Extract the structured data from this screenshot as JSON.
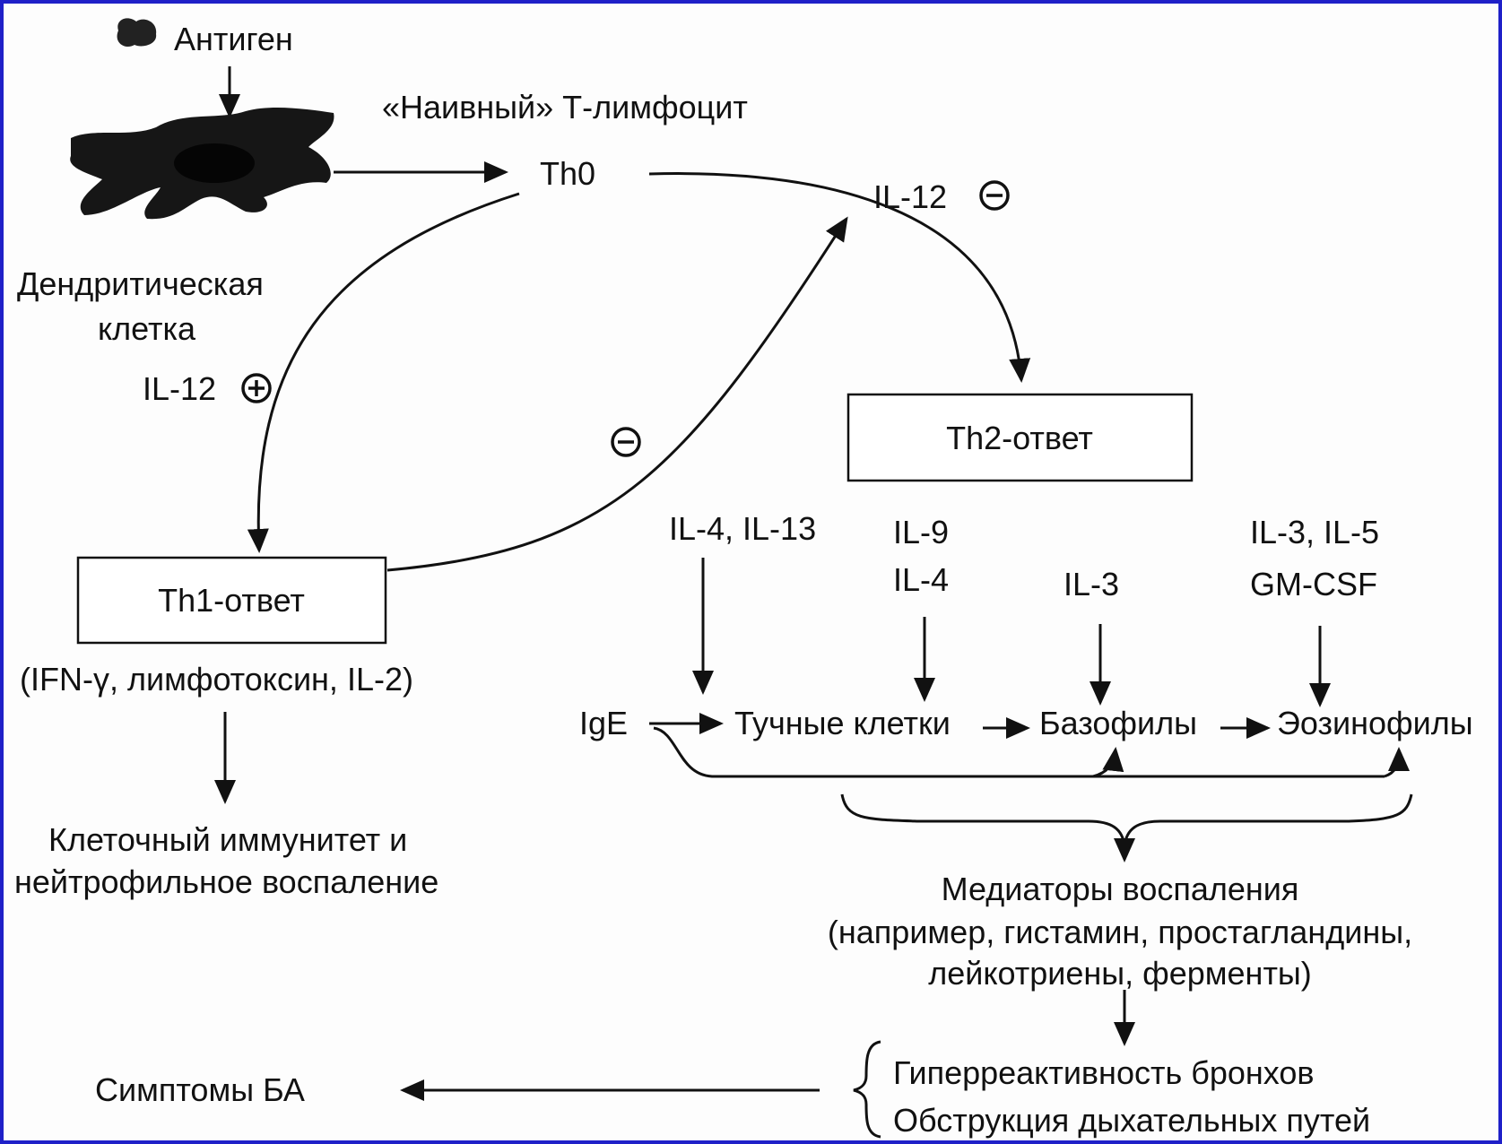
{
  "labels": {
    "antigen": "Антиген",
    "naive_t": "«Наивный» Т-лимфоцит",
    "th0": "Th0",
    "dendritic_line1": "Дендритическая",
    "dendritic_line2": "клетка",
    "il12_neg": "IL-12",
    "il12_pos": "IL-12",
    "th2": "Th2-ответ",
    "th1": "Th1-ответ",
    "il4_il13": "IL-4, IL-13",
    "il9": "IL-9",
    "il4": "IL-4",
    "il3": "IL-3",
    "il3_il5": "IL-3, IL-5",
    "gmcsf": "GM-CSF",
    "th1_products": "(IFN-γ, лимфотоксин, IL-2)",
    "ige": "IgE",
    "mast": "Тучные клетки",
    "basophils": "Базофилы",
    "eosinophils": "Эозинофилы",
    "cell_immunity_line1": "Клеточный иммунитет и",
    "cell_immunity_line2": "нейтрофильное воспаление",
    "mediators_line1": "Медиаторы воспаления",
    "mediators_line2": "(например, гистамин, простагландины,",
    "mediators_line3": "лейкотриены, ферменты)",
    "symptoms": "Симптомы БА",
    "hyperreactivity": "Гиперреактивность бронхов",
    "obstruction": "Обструкция дыхательных путей"
  },
  "colors": {
    "frame": "#1f20c8",
    "ink": "#111111"
  }
}
